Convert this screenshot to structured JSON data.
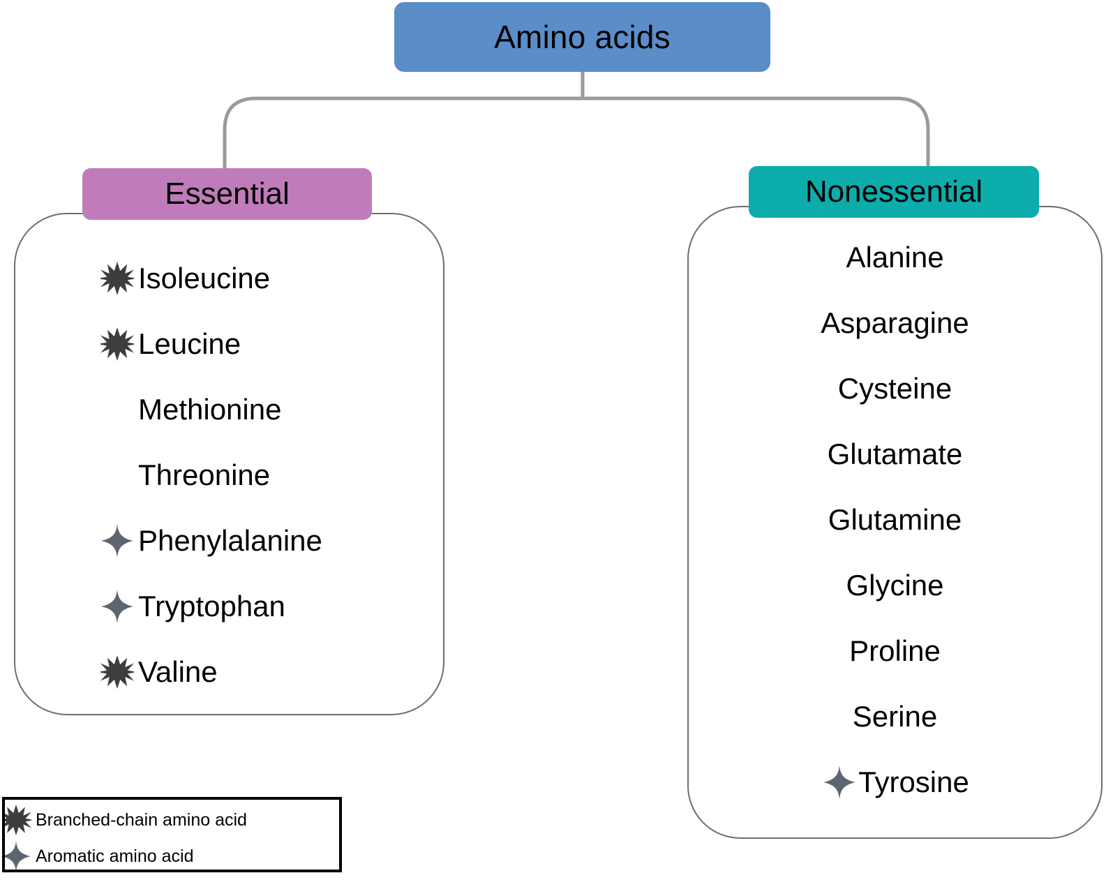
{
  "diagram": {
    "title": "Amino acids",
    "root": {
      "label": "Amino acids",
      "color": "#5b8dc8"
    },
    "groups": [
      {
        "id": "essential",
        "label": "Essential",
        "color": "#c07cba",
        "outline_color": "#6e6e6e",
        "items": [
          {
            "name": "Isoleucine",
            "marker": "branched-chain-star-icon"
          },
          {
            "name": "Leucine",
            "marker": "branched-chain-star-icon"
          },
          {
            "name": "Methionine",
            "marker": "none"
          },
          {
            "name": "Threonine",
            "marker": "none"
          },
          {
            "name": "Phenylalanine",
            "marker": "aromatic-sparkle-icon"
          },
          {
            "name": "Tryptophan",
            "marker": "aromatic-sparkle-icon"
          },
          {
            "name": "Valine",
            "marker": "branched-chain-star-icon"
          }
        ]
      },
      {
        "id": "nonessential",
        "label": "Nonessential",
        "color": "#0cacab",
        "outline_color": "#6e6e6e",
        "items": [
          {
            "name": "Alanine",
            "marker": "none"
          },
          {
            "name": "Asparagine",
            "marker": "none"
          },
          {
            "name": "Cysteine",
            "marker": "none"
          },
          {
            "name": "Glutamate",
            "marker": "none"
          },
          {
            "name": "Glutamine",
            "marker": "none"
          },
          {
            "name": "Glycine",
            "marker": "none"
          },
          {
            "name": "Proline",
            "marker": "none"
          },
          {
            "name": "Serine",
            "marker": "none"
          },
          {
            "name": "Tyrosine",
            "marker": "aromatic-sparkle-icon"
          }
        ]
      }
    ],
    "connector_color": "#9a9a9a"
  },
  "legend": {
    "border_color": "#000000",
    "entries": [
      {
        "marker": "branched-chain-star-icon",
        "label": "Branched-chain amino acid",
        "color": "#3d3d3d"
      },
      {
        "marker": "aromatic-sparkle-icon",
        "label": "Aromatic amino acid",
        "color": "#5e6472"
      }
    ]
  },
  "marker_colors": {
    "branched_chain": "#3d3d3d",
    "aromatic": "#5e6472"
  }
}
